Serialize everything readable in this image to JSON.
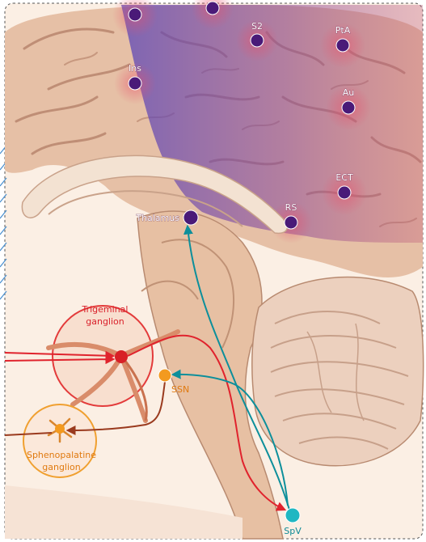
{
  "colors": {
    "background": "#fbefe4",
    "brain_tissue": "#e9c7b0",
    "gyrus_dark": "#b27d66",
    "cortex_overlay": "#6a4fb0",
    "region_dot": "#4a1a78",
    "hot_spot": "#e8506a",
    "red_pathway": "#e0232d",
    "teal_pathway": "#0d8f9b",
    "brown_pathway": "#9a3a1e",
    "trigeminal_circle": "#e33b3b",
    "sphenopalatine_circle": "#f0a030",
    "ssn_dot": "#f39a1f",
    "spv_dot": "#20b7c2"
  },
  "regions": [
    {
      "id": "top1",
      "label": ""
    },
    {
      "id": "top2",
      "label": ""
    },
    {
      "id": "s2",
      "label": "S2"
    },
    {
      "id": "pta",
      "label": "PtA"
    },
    {
      "id": "ins",
      "label": "Ins"
    },
    {
      "id": "au",
      "label": "Au"
    },
    {
      "id": "ect",
      "label": "ECT"
    },
    {
      "id": "rs",
      "label": "RS"
    },
    {
      "id": "thalamus",
      "label": "Thalamus"
    }
  ],
  "nuclei": {
    "trigeminal": "Trigeminal\nganglion",
    "ssn": "SSN",
    "sphenopalatine": "Sphenopalatine\nganglion",
    "spv": "SpV"
  }
}
